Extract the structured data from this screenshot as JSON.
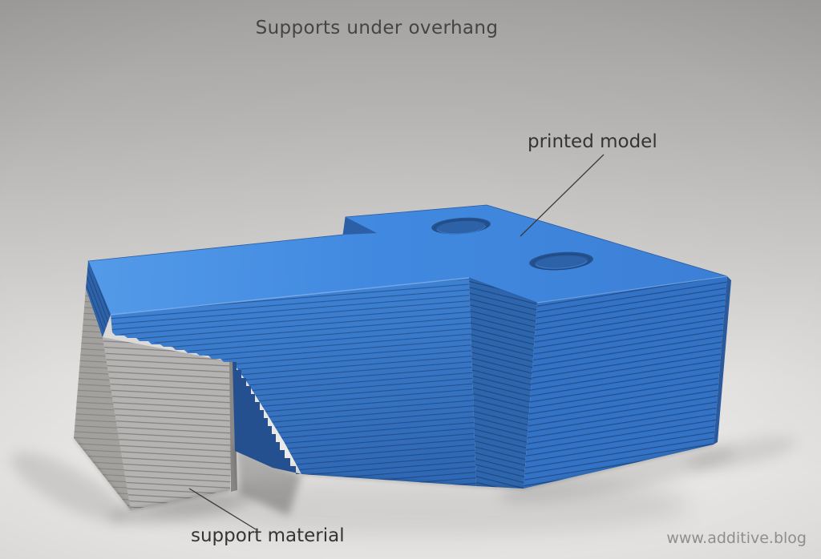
{
  "scene": {
    "title": "Supports under overhang",
    "annotations": {
      "printed_model": "printed model",
      "support_material": "support material"
    },
    "watermark": "www.additive.blog"
  },
  "colors": {
    "model_blue_top": "#4189e0",
    "model_blue_front": "#3372c4",
    "model_blue_dark": "#2e66ad",
    "model_blue_soffit": "#24508f",
    "support_gray_front": "#b5b3b1",
    "support_gray_side": "#a3a19e",
    "support_gray_edge": "#8b8987",
    "label_text": "#343433",
    "watermark_text": "#8f8e8d"
  }
}
